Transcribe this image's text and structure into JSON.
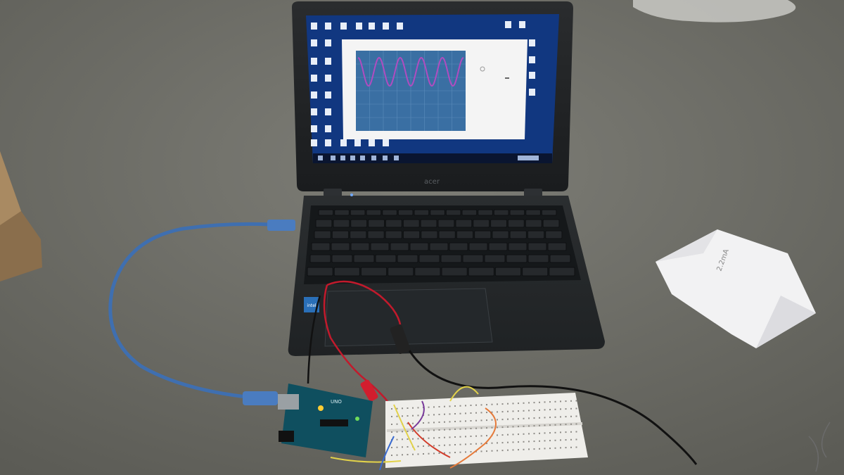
{
  "laptop": {
    "brand": "acer",
    "sticker": "intel",
    "screen": {
      "app_window": {
        "plot_wave_color": "#b04cc0",
        "plot_background": "#3a6fa3"
      }
    }
  },
  "arduino": {
    "brand": "UNO",
    "led_color": "#ffcc33"
  },
  "paper_note": {
    "handwriting": "2.2mA"
  }
}
